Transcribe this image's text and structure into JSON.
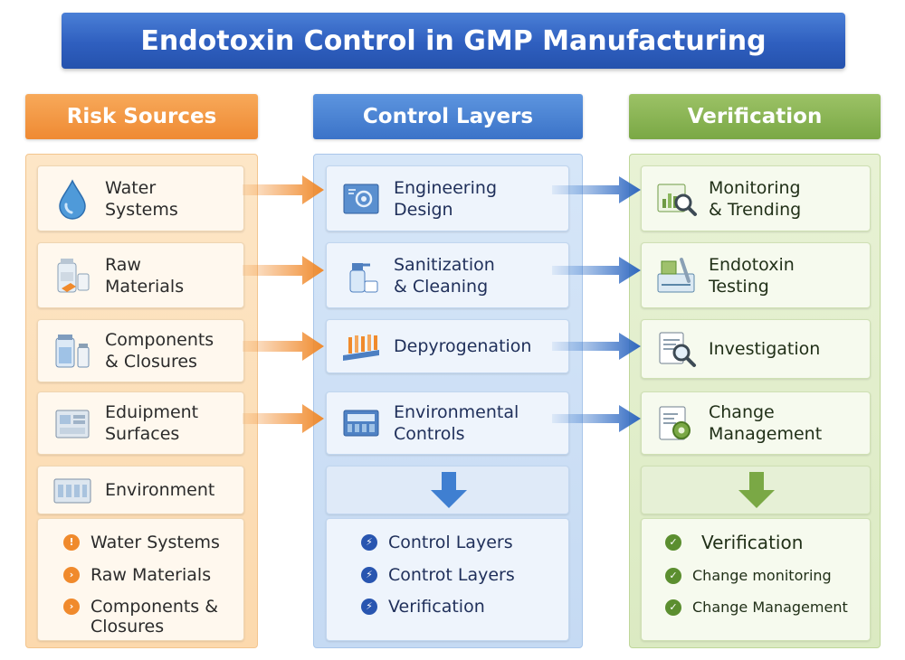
{
  "title": "Endotoxin Control in GMP Manufacturing",
  "columns": {
    "risk": "Risk Sources",
    "control": "Control Layers",
    "verification": "Verification"
  },
  "risk_items": [
    {
      "label": "Water\nSystems",
      "icon": "water-drop-icon"
    },
    {
      "label": "Raw\nMaterials",
      "icon": "bottles-icon"
    },
    {
      "label": "Components\n& Closures",
      "icon": "vials-icon"
    },
    {
      "label": "Eduipment\nSurfaces",
      "icon": "equipment-icon"
    },
    {
      "label": "Environment",
      "icon": "cleanroom-icon"
    }
  ],
  "control_items": [
    {
      "label": "Engineering\nDesign",
      "icon": "blueprint-icon"
    },
    {
      "label": "Sanitization\n& Cleaning",
      "icon": "spray-bottle-icon"
    },
    {
      "label": "Depyrogenation",
      "icon": "oven-rack-icon"
    },
    {
      "label": "Environmental\nControls",
      "icon": "control-panel-icon"
    }
  ],
  "verification_items": [
    {
      "label": "Monitoring\n& Trending",
      "icon": "magnifier-chart-icon"
    },
    {
      "label": "Endotoxin\nTesting",
      "icon": "test-kit-icon"
    },
    {
      "label": "Investigation",
      "icon": "document-magnifier-icon"
    },
    {
      "label": "Change\nManagement",
      "icon": "document-gear-icon"
    }
  ],
  "risk_list": [
    "Water Systems",
    "Raw Materials",
    "Components &\nClosures"
  ],
  "control_list": [
    "Control Layers",
    "Controt Layers",
    "Verification"
  ],
  "verification_list": [
    "Verification",
    "Change monitoring",
    "Change Management"
  ],
  "colors": {
    "orange": "#ef8a33",
    "blue": "#3b73c8",
    "green": "#7aa845"
  }
}
